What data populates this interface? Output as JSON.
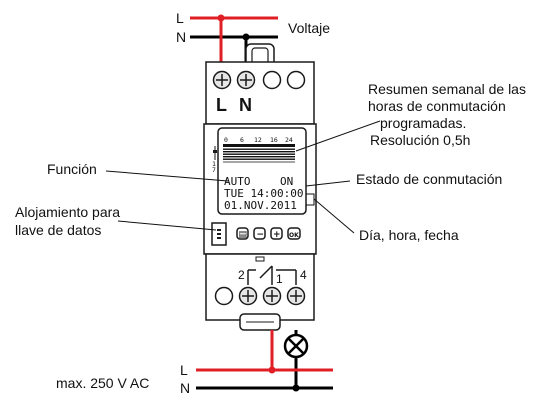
{
  "wires": {
    "top_L": "L",
    "top_N": "N",
    "voltage": "Voltaje",
    "bottom_L": "L",
    "bottom_N": "N",
    "max_voltage": "max. 250 V AC"
  },
  "terminals": {
    "L": "L",
    "N": "N",
    "pin2": "2",
    "pin1": "1",
    "pin4": "4"
  },
  "lcd": {
    "ticks": [
      "0",
      "6",
      "12",
      "16",
      "24"
    ],
    "mode": "AUTO",
    "state": "ON",
    "day_time": "TUE 14:00:00",
    "date": "01.NOV.2011"
  },
  "buttons": {
    "b1": "▤",
    "b2": "−",
    "b3": "+",
    "b4": "OK"
  },
  "annotations": {
    "summary": [
      "Resumen semanal de las",
      "horas de conmutación",
      "programadas.",
      "Resolución 0,5h"
    ],
    "funcion": "Función",
    "estado": "Estado de conmutación",
    "alojamiento": [
      "Alojamiento para",
      "llave de datos"
    ],
    "dia": "Día, hora, fecha"
  },
  "colors": {
    "wire_red": "#e01e25",
    "wire_black": "#000000",
    "device": "#ffffff",
    "outline": "#1a1a1a",
    "terminal": "#e6e6e6"
  }
}
